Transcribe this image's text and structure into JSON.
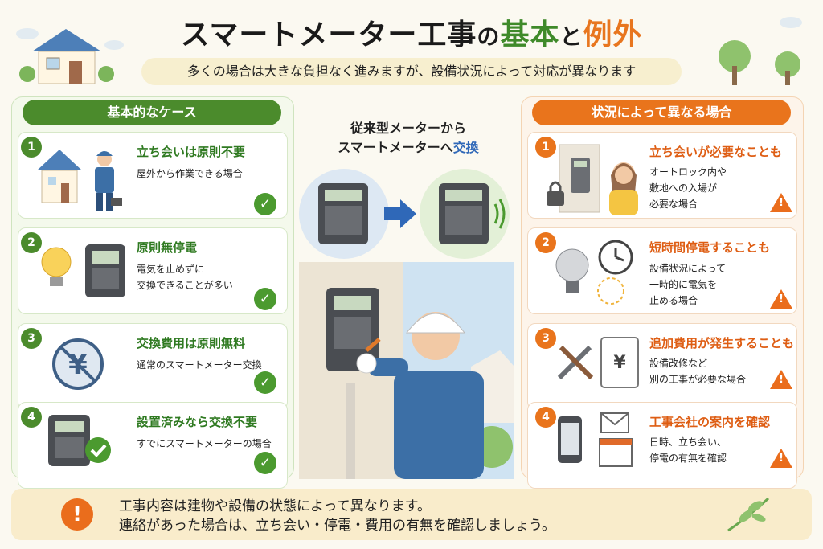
{
  "title": {
    "part1": "スマートメーター工事",
    "part2": "の",
    "part3": "基本",
    "part4": "と",
    "part5": "例外"
  },
  "subtitle": "多くの場合は大きな負担なく進みますが、設備状況によって対応が異なります",
  "left_panel": {
    "header": "基本的なケース",
    "items": [
      {
        "num": "1",
        "title": "立ち会いは原則不要",
        "desc1": "屋外から作業できる場合",
        "desc2": "",
        "desc3": ""
      },
      {
        "num": "2",
        "title": "原則無停電",
        "desc1": "電気を止めずに",
        "desc2": "交換できることが多い",
        "desc3": ""
      },
      {
        "num": "3",
        "title": "交換費用は原則無料",
        "desc1": "通常のスマートメーター交換",
        "desc2": "",
        "desc3": ""
      },
      {
        "num": "4",
        "title": "設置済みなら交換不要",
        "desc1": "すでにスマートメーターの場合",
        "desc2": "",
        "desc3": ""
      }
    ]
  },
  "right_panel": {
    "header": "状況によって異なる場合",
    "items": [
      {
        "num": "1",
        "title": "立ち会いが必要なことも",
        "desc1": "オートロック内や",
        "desc2": "敷地への入場が",
        "desc3": "必要な場合"
      },
      {
        "num": "2",
        "title": "短時間停電することも",
        "desc1": "設備状況によって",
        "desc2": "一時的に電気を",
        "desc3": "止める場合"
      },
      {
        "num": "3",
        "title": "追加費用が発生することも",
        "desc1": "設備改修など",
        "desc2": "別の工事が必要な場合",
        "desc3": ""
      },
      {
        "num": "4",
        "title": "工事会社の案内を確認",
        "desc1": "日時、立ち会い、",
        "desc2": "停電の有無を確認",
        "desc3": ""
      }
    ]
  },
  "center": {
    "line1": "従来型メーターから",
    "line2a": "スマートメーターへ",
    "line2b": "交換"
  },
  "bottom": {
    "line1": "工事内容は建物や設備の状態によって異なります。",
    "line2": "連絡があった場合は、立ち会い・停電・費用の有無を確認しましょう。"
  },
  "icons": {
    "check": "check-circle-icon",
    "warning": "warning-triangle-icon",
    "alert": "exclamation-icon"
  },
  "colors": {
    "green": "#4b8b2c",
    "orange": "#e9741c",
    "blue": "#2f68b8"
  }
}
